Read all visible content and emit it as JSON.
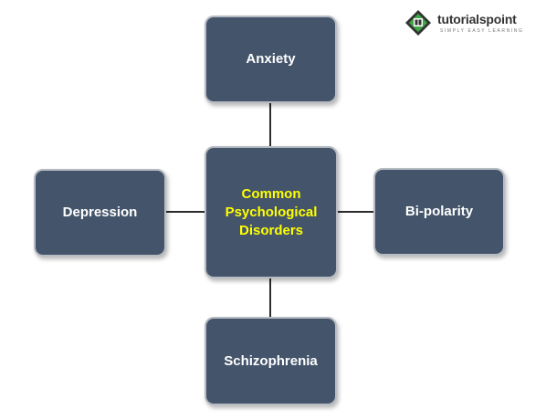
{
  "logo": {
    "name": "tutorialspoint",
    "tagline": "SIMPLY EASY LEARNING",
    "colors": {
      "mark_green": "#3fa845",
      "mark_dark": "#333333"
    }
  },
  "diagram": {
    "center": {
      "label": "Common Psychological Disorders"
    },
    "nodes": {
      "top": {
        "label": "Anxiety"
      },
      "left": {
        "label": "Depression"
      },
      "right": {
        "label": "Bi-polarity"
      },
      "bottom": {
        "label": "Schizophrenia"
      }
    },
    "colors": {
      "node_fill": "#44546a",
      "node_text": "#ffffff",
      "center_text": "#ffff00",
      "connector": "#2b2b2b"
    }
  }
}
